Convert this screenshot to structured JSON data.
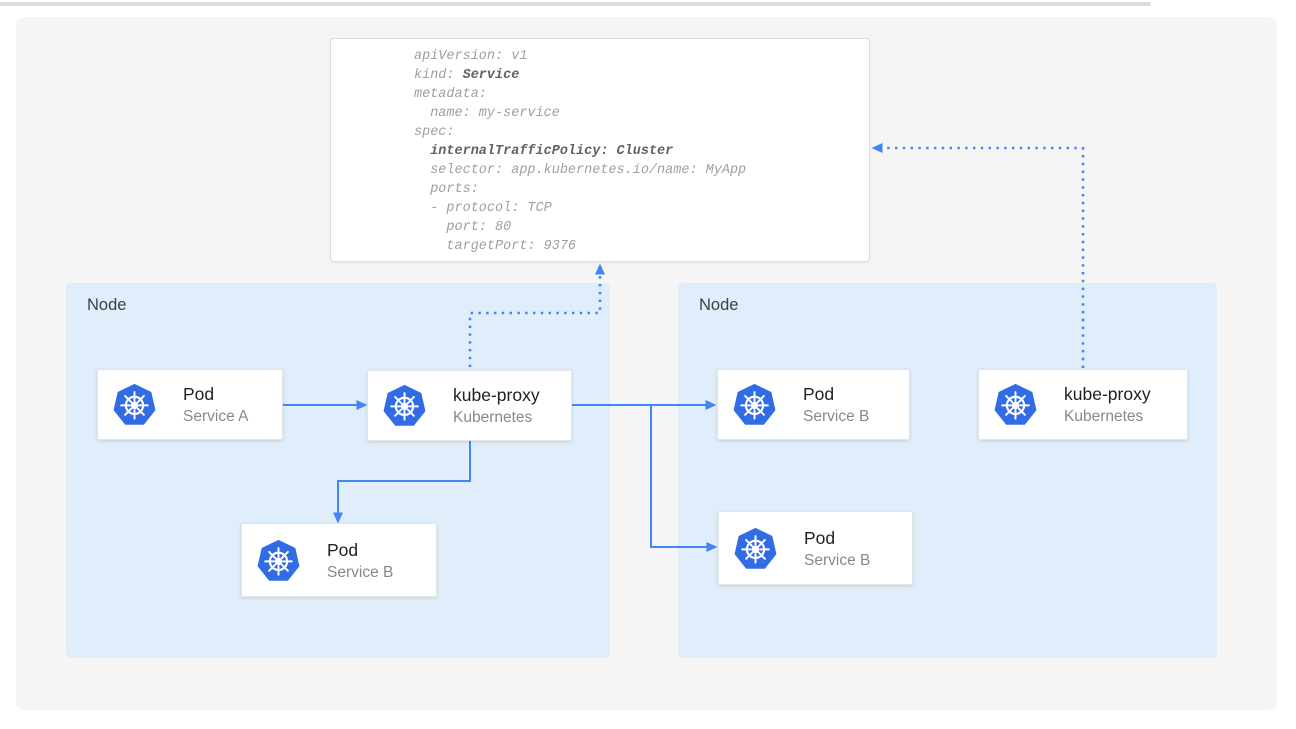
{
  "yaml_card": {
    "lines": [
      {
        "plain": "apiVersion: v1",
        "bold": ""
      },
      {
        "plain": "kind: ",
        "bold": "Service"
      },
      {
        "plain": "metadata:",
        "bold": ""
      },
      {
        "plain": "  name: my-service",
        "bold": ""
      },
      {
        "plain": "spec:",
        "bold": ""
      },
      {
        "plain": "  ",
        "bold": "internalTrafficPolicy: Cluster"
      },
      {
        "plain": "  selector: app.kubernetes.io/name: MyApp",
        "bold": ""
      },
      {
        "plain": "  ports:",
        "bold": ""
      },
      {
        "plain": "  - protocol: TCP",
        "bold": ""
      },
      {
        "plain": "    port: 80",
        "bold": ""
      },
      {
        "plain": "    targetPort: 9376",
        "bold": ""
      }
    ]
  },
  "nodes": {
    "left": {
      "label": "Node"
    },
    "right": {
      "label": "Node"
    }
  },
  "cards": {
    "pod_a": {
      "title": "Pod",
      "subtitle": "Service A",
      "icon": "kubernetes-icon"
    },
    "kube_proxy_left": {
      "title": "kube-proxy",
      "subtitle": "Kubernetes",
      "icon": "kubernetes-icon"
    },
    "pod_b_left": {
      "title": "Pod",
      "subtitle": "Service B",
      "icon": "kubernetes-icon"
    },
    "pod_b_right_top": {
      "title": "Pod",
      "subtitle": "Service B",
      "icon": "kubernetes-icon"
    },
    "pod_b_right_bot": {
      "title": "Pod",
      "subtitle": "Service B",
      "icon": "kubernetes-icon"
    },
    "kube_proxy_right": {
      "title": "kube-proxy",
      "subtitle": "Kubernetes",
      "icon": "kubernetes-icon"
    }
  },
  "colors": {
    "arrow_blue": "#4285f4",
    "kubernetes_blue": "#326ce5",
    "node_background": "#e0eefc",
    "canvas_background": "#f5f5f6",
    "yaml_text": "#9aa0a6",
    "yaml_bold_text": "#5f6368"
  }
}
